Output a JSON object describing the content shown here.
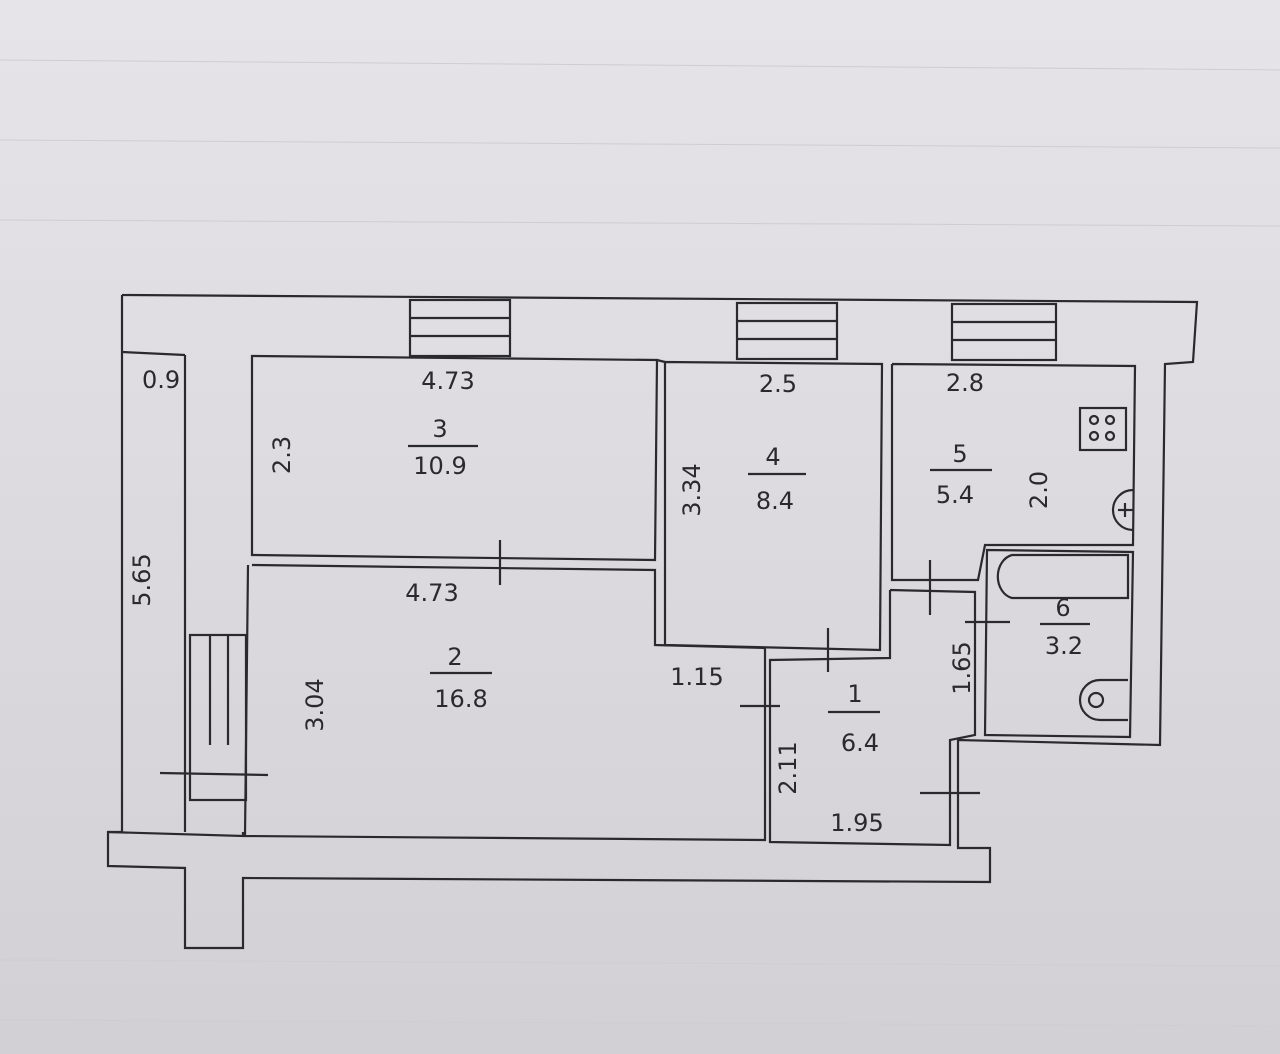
{
  "plan": {
    "dimensions": {
      "corridor_width": "0.9",
      "corridor_length": "5.65",
      "room3_width": "4.73",
      "room3_depth": "2.3",
      "room4_width": "2.5",
      "room4_depth": "3.34",
      "room5_width": "2.8",
      "room5_depth": "2.0",
      "room2_width": "4.73",
      "room2_depth": "3.04",
      "hall_offset": "1.15",
      "hall_depth": "2.11",
      "hall_width": "1.95",
      "bath_depth": "1.65"
    },
    "rooms": [
      {
        "number": "1",
        "area": "6.4"
      },
      {
        "number": "2",
        "area": "16.8"
      },
      {
        "number": "3",
        "area": "10.9"
      },
      {
        "number": "4",
        "area": "8.4"
      },
      {
        "number": "5",
        "area": "5.4"
      },
      {
        "number": "6",
        "area": "3.2"
      }
    ]
  }
}
